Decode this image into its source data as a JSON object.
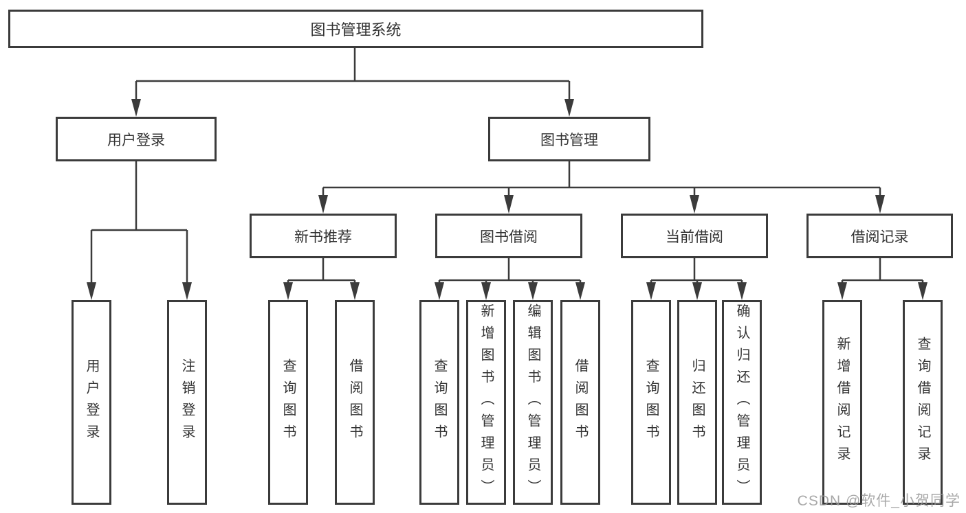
{
  "tree": {
    "label": "图书管理系统",
    "children": [
      {
        "label": "用户登录",
        "children": [
          {
            "label": "用户登录"
          },
          {
            "label": "注销登录"
          }
        ]
      },
      {
        "label": "图书管理",
        "children": [
          {
            "label": "新书推荐",
            "children": [
              {
                "label": "查询图书"
              },
              {
                "label": "借阅图书"
              }
            ]
          },
          {
            "label": "图书借阅",
            "children": [
              {
                "label": "查询图书"
              },
              {
                "label": "新增图书（管理员）"
              },
              {
                "label": "编辑图书（管理员）"
              },
              {
                "label": "借阅图书"
              }
            ]
          },
          {
            "label": "当前借阅",
            "children": [
              {
                "label": "查询图书"
              },
              {
                "label": "归还图书"
              },
              {
                "label": "确认归还（管理员）"
              }
            ]
          },
          {
            "label": "借阅记录",
            "children": [
              {
                "label": "新增借阅记录"
              },
              {
                "label": "查询借阅记录"
              }
            ]
          }
        ]
      }
    ]
  },
  "watermark": {
    "text": "CSDN @软件_小贺同学"
  },
  "colors": {
    "line": "#3b3b3b",
    "text": "#333333",
    "watermark": "#9a9a9a",
    "background": "#ffffff"
  }
}
